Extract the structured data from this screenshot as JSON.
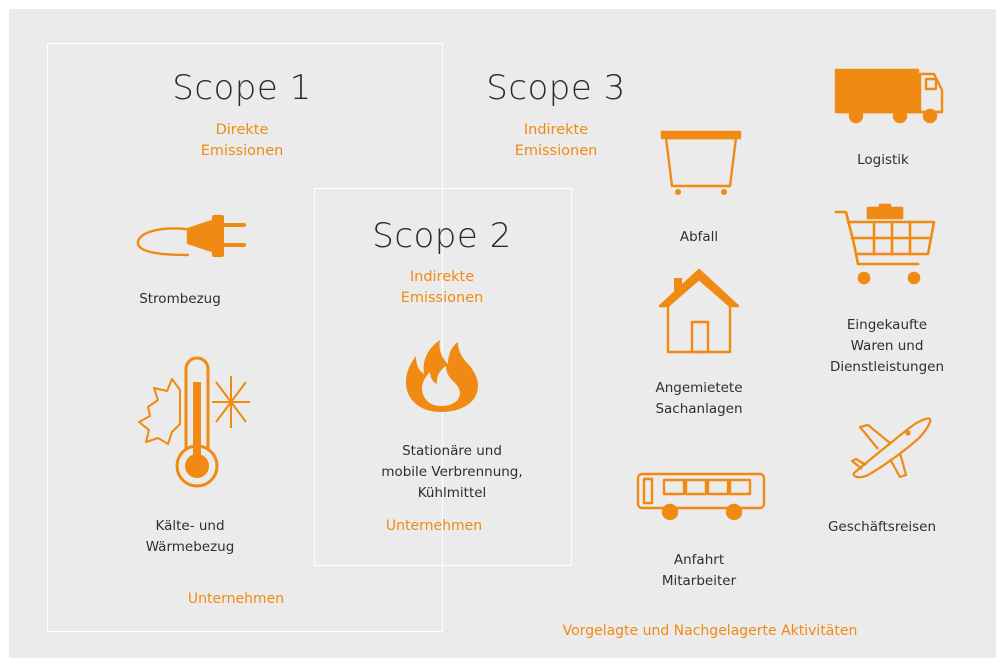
{
  "colors": {
    "background": "#ebebeb",
    "accent": "#f08a12",
    "frame": "#ffffff",
    "text": "#2f2f2f"
  },
  "scope1": {
    "title": "Scope 1",
    "subtitle_line1": "Direkte",
    "subtitle_line2": "Emissionen",
    "items": {
      "strombezug": "Strombezug",
      "kaelte_line1": "Kälte- und",
      "kaelte_line2": "Wärmebezug"
    },
    "footer": "Unternehmen"
  },
  "scope2": {
    "title": "Scope 2",
    "subtitle_line1": "Indirekte",
    "subtitle_line2": "Emissionen",
    "item_line1": "Stationäre und",
    "item_line2": "mobile Verbrennung,",
    "item_line3": "Kühlmittel",
    "footer": "Unternehmen"
  },
  "scope3": {
    "title": "Scope 3",
    "subtitle_line1": "Indirekte",
    "subtitle_line2": "Emissionen",
    "items": {
      "logistik": "Logistik",
      "abfall": "Abfall",
      "eingekauft_line1": "Eingekaufte",
      "eingekauft_line2": "Waren und",
      "eingekauft_line3": "Dienstleistungen",
      "angemietet_line1": "Angemietete",
      "angemietet_line2": "Sachanlagen",
      "reisen": "Geschäftsreisen",
      "anfahrt_line1": "Anfahrt",
      "anfahrt_line2": "Mitarbeiter"
    },
    "footer": "Vorgelagte und Nachgelagerte Aktivitäten"
  },
  "icons": [
    "plug-icon",
    "thermometer-icon",
    "flame-icon",
    "container-icon",
    "house-icon",
    "bus-icon",
    "truck-icon",
    "shopping-cart-icon",
    "airplane-icon"
  ]
}
